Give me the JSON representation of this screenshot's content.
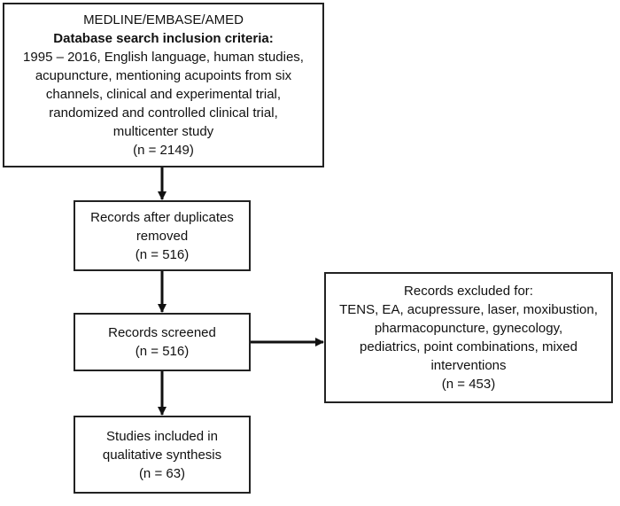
{
  "boxes": {
    "search": {
      "line1": "MEDLINE/EMBASE/AMED",
      "line2": "Database search inclusion criteria:",
      "line3": "1995 – 2016, English language, human studies,",
      "line4": "acupuncture, mentioning acupoints from six",
      "line5": "channels, clinical and experimental trial,",
      "line6": "randomized and controlled clinical trial,",
      "line7": "multicenter study",
      "count": "(n = 2149)"
    },
    "duplicates_removed": {
      "line1": "Records after duplicates",
      "line2": "removed",
      "count": "(n = 516)"
    },
    "screened": {
      "line1": "Records screened",
      "count": "(n = 516)"
    },
    "excluded": {
      "line1": "Records excluded for:",
      "line2": "TENS, EA, acupressure, laser, moxibustion,",
      "line3": "pharmacopuncture, gynecology,",
      "line4": "pediatrics, point combinations, mixed",
      "line5": "interventions",
      "count": "(n = 453)"
    },
    "included": {
      "line1": "Studies included in",
      "line2": "qualitative synthesis",
      "count": "(n = 63)"
    }
  },
  "colors": {
    "border": "#222222",
    "arrow": "#111111"
  }
}
